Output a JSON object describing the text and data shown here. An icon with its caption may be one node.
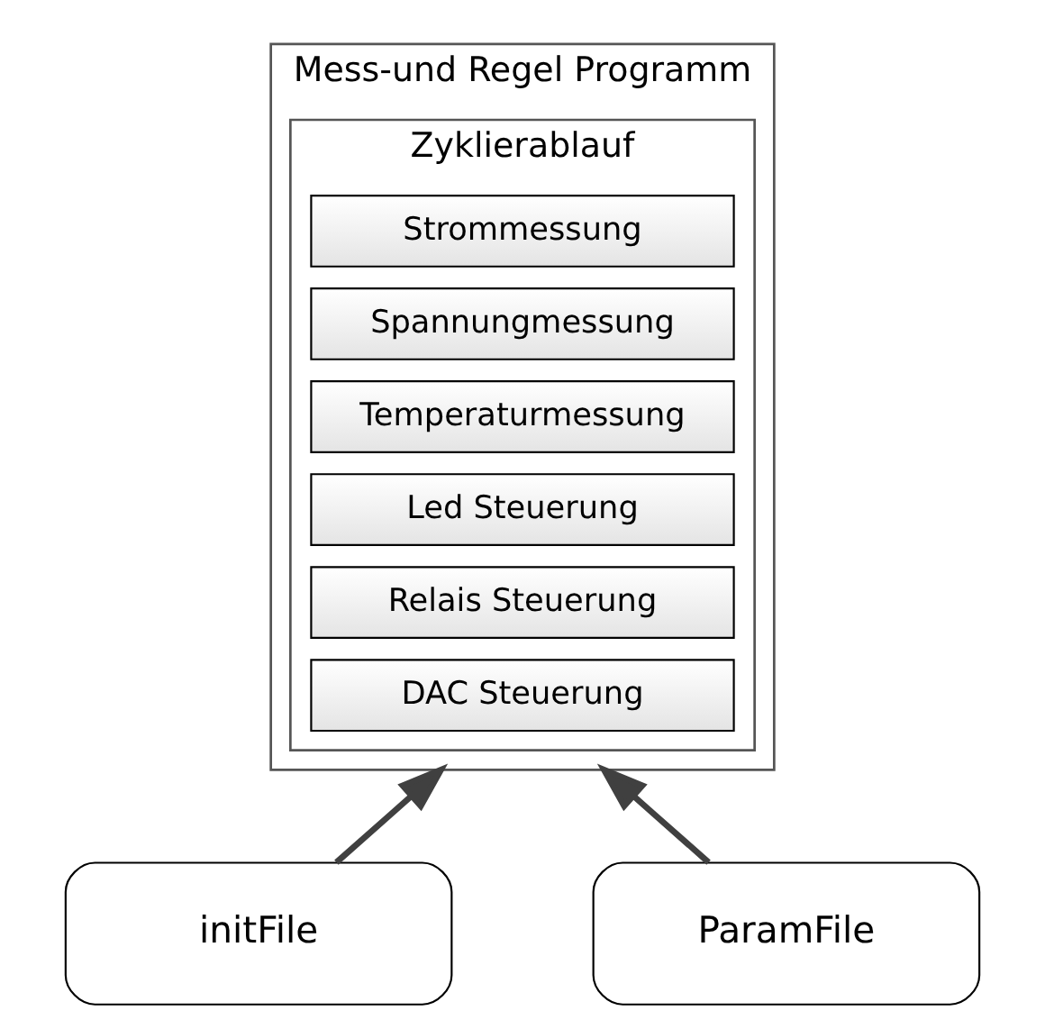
{
  "diagram": {
    "nodes": [
      {
        "text": [
          "Mess-und Regel Programm"
        ]
      },
      {
        "text": [
          "Zyklierablauf"
        ],
        "in": 0
      },
      {
        "text": [
          "Strommessung"
        ],
        "in": 1
      },
      {
        "text": [
          "Spannungmessung"
        ],
        "in": 1
      },
      {
        "text": [
          "Temperaturmessung"
        ],
        "in": 1
      },
      {
        "text": [
          "Led Steuerung"
        ],
        "in": 1
      },
      {
        "text": [
          "Relais Steuerung"
        ],
        "in": 1
      },
      {
        "text": [
          "DAC Steuerung"
        ],
        "in": 1
      },
      {
        "text": [
          "initFile"
        ]
      },
      {
        "text": [
          "ParamFile"
        ]
      }
    ],
    "edges": [
      {
        "from": 8,
        "to": 0,
        "arrow": "to"
      },
      {
        "from": 9,
        "to": 0,
        "arrow": "to"
      }
    ]
  }
}
